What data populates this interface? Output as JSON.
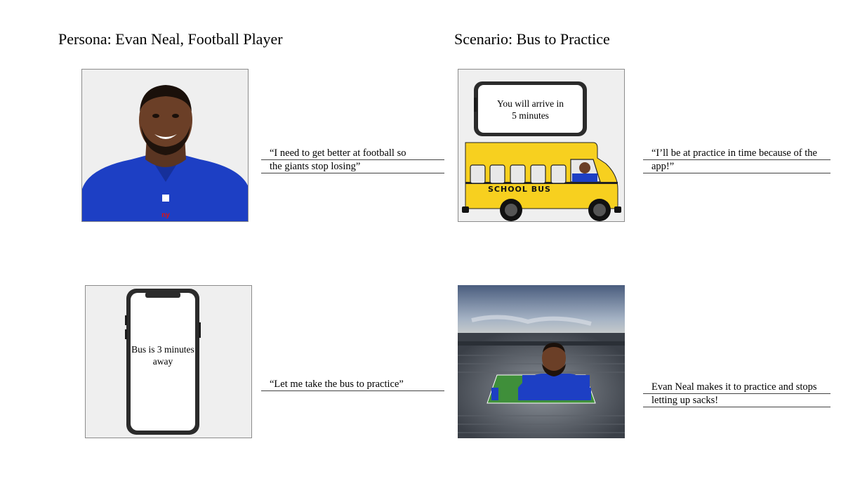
{
  "headings": {
    "persona": "Persona: Evan Neal, Football Player",
    "scenario": "Scenario: Bus to Practice"
  },
  "frames": {
    "f1_quote": [
      "“I need to get better at football so",
      "the giants stop losing”"
    ],
    "f2_phone_text": [
      "You will arrive in",
      "5 minutes"
    ],
    "f2_bus_label": "SCHOOL BUS",
    "f2_quote": [
      "“I’ll be at practice in time because of the",
      "app!”"
    ],
    "f3_phone_text": [
      "Bus is 3 minutes",
      "away"
    ],
    "f3_quote": [
      "“Let me take the bus to practice”"
    ],
    "f4_quote": [
      "Evan Neal makes it to practice and stops",
      "letting up sacks!"
    ]
  },
  "colors": {
    "jersey_blue": "#1d3fc4",
    "bus_yellow": "#f7d01f",
    "field_green": "#3f8f3a",
    "panel_gray": "#efefef"
  }
}
